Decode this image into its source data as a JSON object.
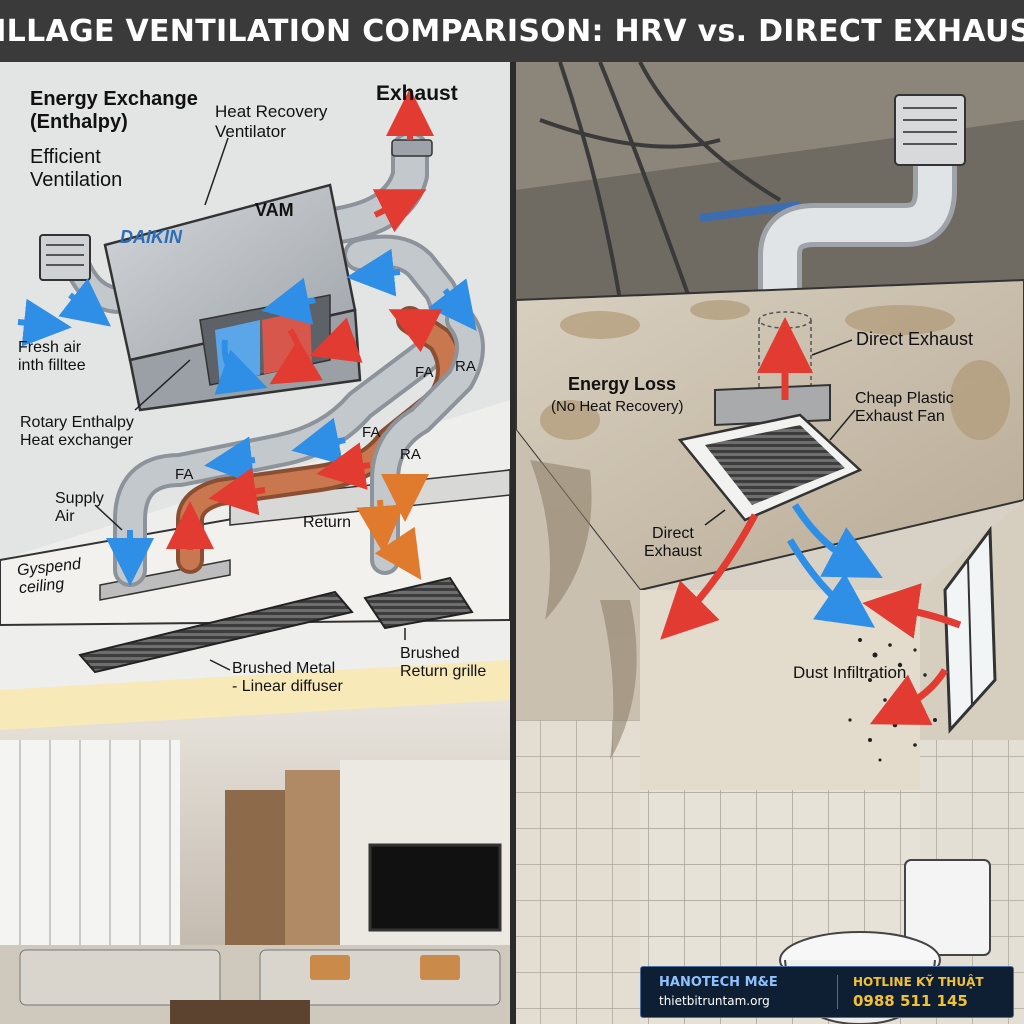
{
  "title": "VILLAGE VENTILATION COMPARISON: HRV vs. DIRECT EXHAUST",
  "left": {
    "energy_exchange": "Energy Exchange\n(Enthalpy)",
    "efficient": "Efficient\nVentilation",
    "hrv": "Heat Recovery\nVentilator",
    "exhaust": "Exhaust",
    "unit_brand": "DAIKIN",
    "unit_model": "VAM",
    "fresh_air": "Fresh air\ninth filltee",
    "rotary": "Rotary Enthalpy\nHeat exchanger",
    "fa1": "FA",
    "fa2": "FA",
    "fa3": "FA",
    "ra1": "RA",
    "ra2": "RA",
    "supply_air": "Supply\nAir",
    "return": "Return",
    "ceiling": "Gyspend\nceiling",
    "diffuser": "Brushed Metal\n- Linear diffuser",
    "return_grille": "Brushed\nReturn grille"
  },
  "right": {
    "direct_exhaust_top": "Direct Exhaust",
    "energy_loss": "Energy Loss",
    "no_recovery": "(No Heat Recovery)",
    "cheap_fan": "Cheap Plastic\nExhaust Fan",
    "direct_exhaust_bottom": "Direct\nExhaust",
    "dust": "Dust Infiltration"
  },
  "brand": {
    "name": "HANOTECH M&E",
    "site": "thietbitruntam.org",
    "hotline_label": "HOTLINE KỸ THUẬT",
    "hotline_number": "0988 511 145"
  },
  "colors": {
    "supply_blue": "#2f8fe6",
    "exhaust_red": "#e23b32",
    "warm_copper": "#c8774f",
    "brand_navy": "#0f1f33",
    "hotline_yellow": "#f3c233"
  }
}
